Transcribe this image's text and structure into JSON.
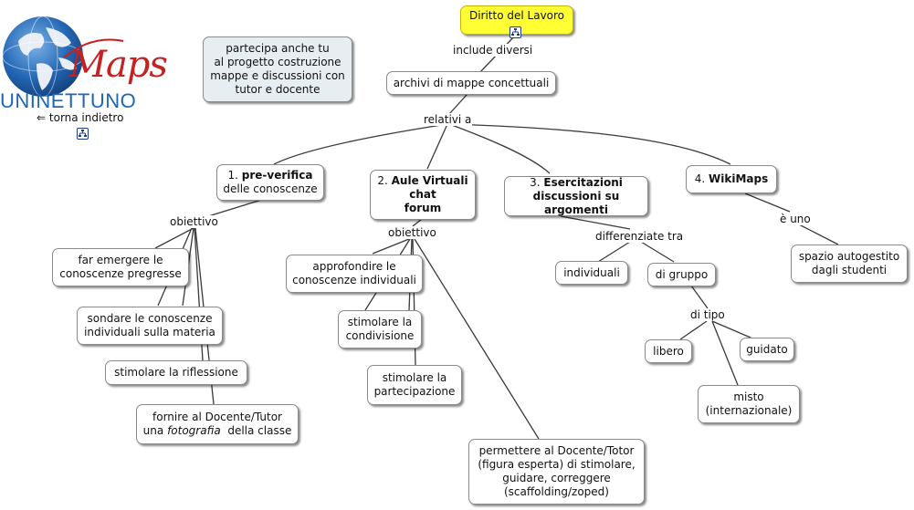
{
  "logo": {
    "maps": "Maps",
    "brand": "UNINETTUNO",
    "back_arrow": "⇐",
    "back_label": "torna indietro"
  },
  "info_box": [
    "partecipa anche tu",
    "al progetto costruzione",
    "mappe e discussioni con",
    "tutor e docente"
  ],
  "root": {
    "label": "Diritto del Lavoro"
  },
  "labels": {
    "include": "include diversi",
    "relativi": "relativi a",
    "obiettivo1": "obiettivo",
    "obiettivo2": "obiettivo",
    "differenziate": "differenziate tra",
    "di_tipo": "di tipo",
    "e_uno": "è uno"
  },
  "archivi": "archivi di mappe concettuali",
  "branches": {
    "b1": {
      "prefix": "1.",
      "bold": "pre-verifica",
      "line2": "delle conoscenze"
    },
    "b2": {
      "prefix": "2.",
      "line1_bold": "Aule Virtuali",
      "line2_bold": "chat",
      "line3_bold": "forum"
    },
    "b3": {
      "prefix": "3.",
      "line1_bold": "Esercitazioni",
      "line2_bold": "discussioni su argomenti"
    },
    "b4": {
      "prefix": "4.",
      "bold": "WikiMaps"
    }
  },
  "b1_children": {
    "c1": [
      "far emergere le",
      "conoscenze pregresse"
    ],
    "c2": [
      "sondare le conoscenze",
      "individuali sulla materia"
    ],
    "c3": [
      "stimolare la riflessione"
    ],
    "c4": {
      "line1": "fornire al Docente/Tutor",
      "line2_pre": "una",
      "line2_italic": "fotografia",
      "line2_post": "della classe"
    }
  },
  "b2_children": {
    "c1": [
      "approfondire le",
      "conoscenze individuali"
    ],
    "c2": [
      "stimolare la",
      "condivisione"
    ],
    "c3": [
      "stimolare la",
      "partecipazione"
    ],
    "c4": [
      "permettere al Docente/Totor",
      "(figura esperta) di stimolare,",
      "guidare, correggere",
      "(scaffolding/zoped)"
    ]
  },
  "b3_children": {
    "individuali": "individuali",
    "di_gruppo": "di gruppo",
    "libero": "libero",
    "guidato": "guidato",
    "misto": [
      "misto",
      "(internazionale)"
    ]
  },
  "b4_children": {
    "spazio": [
      "spazio autogestito",
      "dagli studenti"
    ]
  },
  "colors": {
    "root_fill": "#ffff33",
    "info_fill": "#e6eef1",
    "logo_red": "#c72020",
    "logo_blue": "#1f66b5",
    "edge": "#3a3a3a"
  }
}
